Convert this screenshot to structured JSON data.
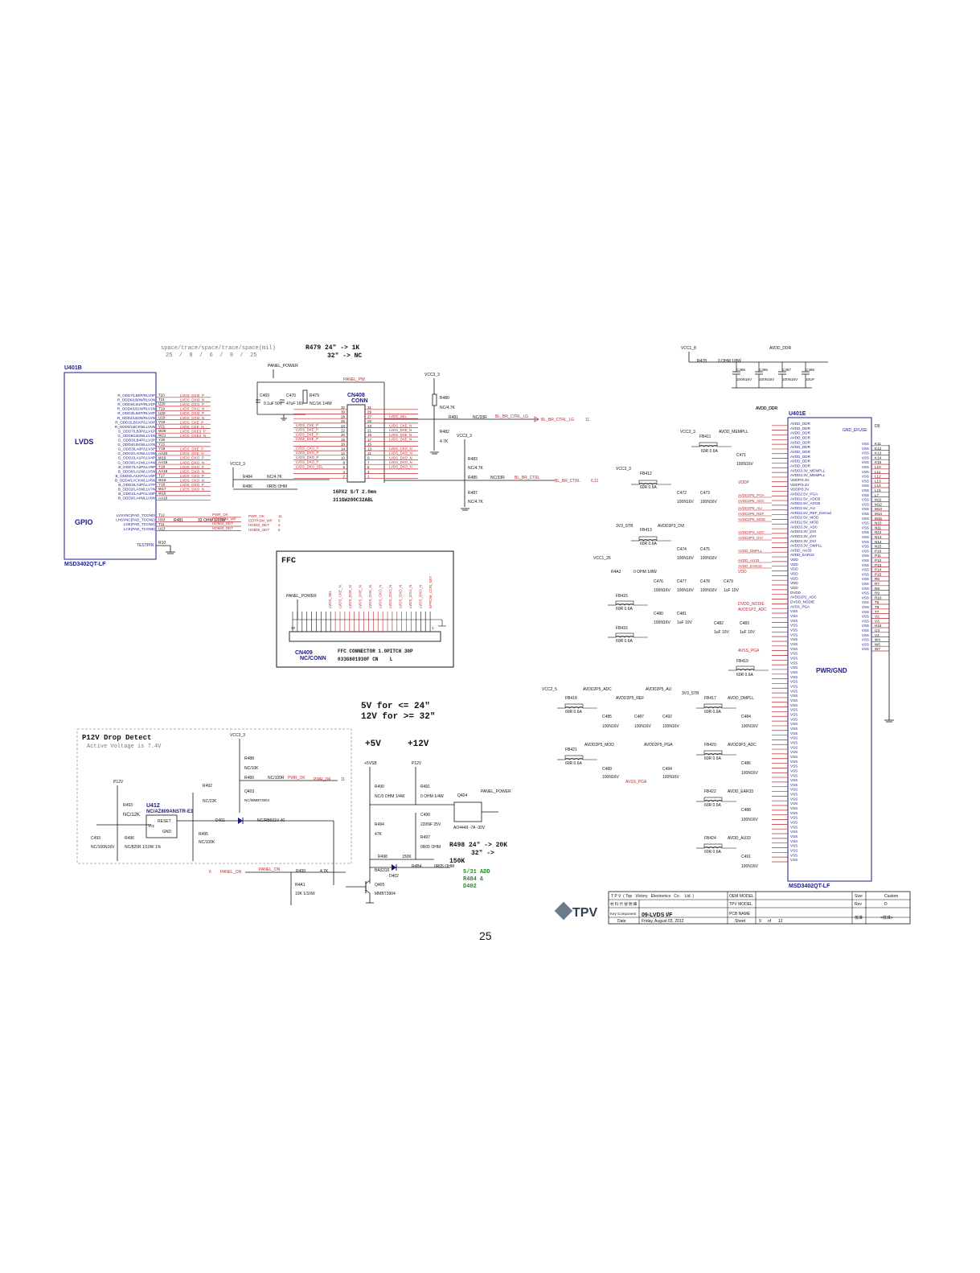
{
  "notes": {
    "spacing_header": "space/trace/space/trace/space(mil)",
    "spacing_values": "25  /  8  /  6  /  8  /  25",
    "r479_line1": "R479  24\" -> 1K",
    "r479_line2": "32\" -> NC",
    "v5_line": "5V for <= 24\"",
    "v12_line": "12V for >= 32\"",
    "plus5v": "+5V",
    "plus12v": "+12V",
    "r498_line1": "R498  24\" -> 20K",
    "r498_line2": "32\" ->",
    "r498_line3": "150K",
    "add_line1": "5/31 ADD",
    "add_line2": "R484 &",
    "add_line3": "D402",
    "page_number": "25"
  },
  "u401b": {
    "ref": "U401B",
    "part": "MSD3402QT-LF",
    "lvds_label": "LVDS",
    "gpio_label": "GPIO",
    "lvds_pins": [
      "R_ODD7/LB0P/RLV0P",
      "R_ODD6/LB0N/RLV0N",
      "R_ODD5/LB1P/RLV1P",
      "R_ODD4/LB1N/RLV1N",
      "R_ODD3/LB2P/RLV2P",
      "R_ODD2/LB2N/RLV2N",
      "R_ODD1/LBCKP/LLV0P",
      "R_ODD0/LBCKN/LLV0N",
      "G_ODD7/LB3P/LLV1P",
      "G_ODD6/LB3N/LLV1N",
      "G_ODD5/LB4P/LLV2P",
      "G_ODD4/LB4N/LLV2N",
      "G_ODD3/LA0P/LLV3P",
      "G_ODD2/LA0N/LLV3N",
      "G_ODD1/LA1P/LLV4P",
      "G_ODD0/LA1N/LLV4N",
      "B_ODD7/LA2P/LLV5P",
      "B_ODD6/LA2N/LLV5N",
      "B_ODD5/LACKP/LLV6P",
      "B_ODD4/LACKN/LLV6N",
      "B_ODD3/LA3P/LLV7P",
      "B_ODD2/LA3N/LLV7N",
      "B_ODD1/LA4P/LLV8P",
      "B_ODD0/LA4N/LLV8N"
    ],
    "lvds_balls": [
      "T20",
      "T21",
      "U20",
      "T19",
      "U20",
      "U19",
      "V19",
      "V21",
      "W20",
      "W21",
      "Y20",
      "Y21",
      "Y19",
      "AA20",
      "W19",
      "AA19",
      "Y18",
      "AA18",
      "T17",
      "W18",
      "Y16",
      "W17",
      "W16",
      "AA16"
    ],
    "lvds_nets": [
      "LVDS_DXI0_P",
      "LVDS_DXI0_N",
      "LVDS_DXI1_P",
      "LVDS_DXI1_N",
      "LVDS_DXI2_P",
      "LVDS_DXI2_N",
      "LVDS_CKE_P",
      "LVDS_CKE_N",
      "LVDS_DXE3_P",
      "LVDS_DXE3_N",
      "",
      "",
      "LVDS_DXE_P",
      "LVDS_DXE_N",
      "LVDS_DXO_P",
      "LVDS_DXO_N",
      "LVDS_DXO_P",
      "LVDS_DXO_N",
      "LVDS_CKO_P",
      "LVDS_CKO_N",
      "LVDS_DXO_P",
      "LVDS_DXO_N",
      "",
      ""
    ],
    "gpio_pins": [
      "LVSYNC(PAD_TCON0)",
      "LHSYNC(PAD_TCON2)",
      "LDE(PAD_TCON4)",
      "LCK(PAD_TCON6)"
    ],
    "gpio_balls": [
      "T12",
      "U12",
      "T11",
      "U13"
    ],
    "gpio_nets": [
      "PWR_OK",
      "EEPROM_WP",
      "HDMI2_DET",
      "HDMI0_DET"
    ],
    "gpio_sheets": [
      "11",
      "6",
      "5",
      "5"
    ],
    "testpin": "TESTPIN",
    "testpin_ball": "R10",
    "r481_label": "R481",
    "r481_value": "33 OHM 1/16W"
  },
  "cn408": {
    "ref": "CN408",
    "sub": "CONN",
    "desc": "16PX2 S/T 2.0mm",
    "part": "311GW200C32ABL",
    "panel_power": "PANEL_POWER",
    "panel_pw": "PANEL_PW",
    "c469": "C469",
    "c469_val": "0.1uF 50V",
    "c470": "C470",
    "c470_val": "47uF 16V",
    "r479": "R479",
    "r479_val": "NC/1K 1/4W",
    "left_nets": [
      "LVDS_CKE_P",
      "LVDS_DXE_P",
      "LVDS_DXE_P",
      "LVDS_DXE_P",
      "",
      "LVDS_CKO_P",
      "LVDS_DXO_P",
      "LVDS_DXO_P",
      "LVDS_DXO_P",
      "LVDS_DXO_SEL"
    ],
    "right_nets": [
      "LVDS_SEL",
      "",
      "LVDS_CKE_N",
      "LVDS_DXE_N",
      "LVDS_DXE_N",
      "LVDS_DXE_N",
      "",
      "LVDS_CKO_N",
      "LVDS_DXO_N",
      "LVDS_DXO_N",
      "LVDS_DXO_N",
      "LVDS_DXO_N"
    ],
    "left_pins": [
      "32",
      "30",
      "28",
      "26",
      "24",
      "22",
      "20",
      "18",
      "16",
      "14",
      "12",
      "10",
      "8",
      "6",
      "4",
      "2"
    ],
    "right_pins": [
      "31",
      "29",
      "27",
      "25",
      "23",
      "21",
      "19",
      "17",
      "15",
      "13",
      "11",
      "9",
      "7",
      "5",
      "3",
      "1"
    ],
    "vcc33": "VCC3_3",
    "r484": "R484",
    "r484_val": "NC/4.7K",
    "r486": "R486",
    "r486_val": "0R05 OHM"
  },
  "blctrl": {
    "vcc33": "VCC3_3",
    "r480": "R480",
    "r480_val": "NC/4.7K",
    "r481": "R481",
    "r481_val": "NC/33R",
    "r482": "R482",
    "r482_val": "4.7K",
    "net_lg": "BL_BR_CTRL_LG",
    "net_lg_sheet": "11",
    "vcc33b": "VCC3_3",
    "r483": "R483",
    "r483_val": "NC/4.7K",
    "r485": "R485",
    "r485_val": "NC/33R",
    "r487": "R487",
    "r487_val": "NC/4.7K",
    "net_bl": "BL_BR_CTRL",
    "net_bl_sheet": "6,11"
  },
  "ffc": {
    "title": "FFC",
    "panel_power": "PANEL_POWER",
    "ref": "CN409",
    "sub": "NC/CONN",
    "desc": "FFC CONNECTOR 1.0PITCH 30P",
    "part": "033G801930F CN    L",
    "nets": [
      "LVDS_SEL",
      "LVDS_CKE_N",
      "LVDS_DXE_N",
      "LVDS_DXE_N",
      "LVDS_DXE_N",
      "LVDS_CKO_N",
      "LVDS_DXO_N",
      "LVDS_DXO_N",
      "LVDS_DXO_N",
      "LVDS_DXO_N",
      "EPROM_CON_SET"
    ],
    "pin_first": "30",
    "pin_last": "1"
  },
  "p12v": {
    "title": "P12V Drop Detect",
    "subtitle": "Active Voltage is 7.4V",
    "vcc33": "VCC3_3",
    "p12v": "P12V",
    "r493": "R493",
    "r493_val": "NC/12K",
    "r496": "R496",
    "r496_val": "NC/820R 1/10W 1%",
    "c493": "C493",
    "c493_val": "NC/100N16V",
    "u412": "U412",
    "u412_part": "NC/AZ809ANSTR-E1",
    "u412_vcc": "Vcc",
    "u412_reset": "RESET",
    "u412_gnd": "GND",
    "r492": "R492",
    "r492_val": "NC/22K",
    "r488": "R488",
    "r488_val": "NC/10K",
    "r489": "R489",
    "r489_val": "NC/100R",
    "pwr_ok": "PWR_OK",
    "pwr_ok_sheet": "11",
    "q403": "Q403",
    "q403_part": "NC/MMBT3904",
    "d401": "D401",
    "d401_val": "NC/RB501V-40",
    "r495": "R495",
    "r495_val": "NC/100K",
    "panel_on": "PANEL_ON",
    "panel_on_sheet": "6",
    "r499": "R499",
    "r499_val": "4.7K",
    "r4a1": "R4A1",
    "r4a1_val": "10K 1/10W"
  },
  "psu": {
    "v5sb": "+5VSB",
    "p12v": "P12V",
    "r490": "R490",
    "r490_val": "NC/0 OHM 1/4W",
    "r491": "R491",
    "r491_val": "0 OHM 1/4W",
    "q404": "Q404",
    "q404_part": "AO4449 -7A -30V",
    "panel_power": "PANEL_POWER",
    "r494": "R494",
    "r494_val": "47K",
    "c490": "C490",
    "c490_val": "220NF 25V",
    "r497": "R497",
    "r497_val": "0R05 OHM",
    "r498": "R498",
    "r498_val": "150K",
    "bas316": "BAS316",
    "d402": "D402",
    "r4b4": "R4B4",
    "r4b4_val": "0R05 OHM",
    "q405": "Q405",
    "q405_part": "MMBT3904"
  },
  "u401e": {
    "ref": "U401E",
    "part": "MSD3402QT-LF",
    "center": "PWR/GND",
    "vcc18": "VCC1_8",
    "r478": "R478",
    "r478_val": "0 OHM 1/8W",
    "avdd_ddr": "AVDD_DDR",
    "caps_top": [
      "C465",
      "C466",
      "C467",
      "C468"
    ],
    "caps_top_val": [
      "100N16V",
      "100N16V",
      "100N16V",
      "10UF"
    ],
    "left_pins": [
      "AVDD_DDR",
      "AVDD_DDR",
      "AVDD_DDR",
      "AVDD_DDR",
      "AVDD_DDR",
      "AVDD_DDR",
      "AVDD_DDR",
      "AVDD_DDR",
      "AVDD_DDR",
      "AVDD_DDR",
      "AVDD3.3V_MEMPLL",
      "AVDD3.3V_MEMPLL",
      "VDDP/3.3V",
      "VDDP/3.3V",
      "VDDP/3.3V",
      "AVDD2.5V_PGA",
      "AVDD2.5V_ADCB",
      "AVDD2.5V_ADCB",
      "AVDD2.5V_AU",
      "AVDD2.5V_REF_Demod",
      "AVDD2.5V_MOD",
      "AVDD2.5V_MOD",
      "AVDD3.3V_ADC",
      "AVDD3.3V_DVI",
      "AVDD3.3V_DVI",
      "AVDD3.3V_DVI",
      "AVDD3.3V_DMPLL",
      "AVDD_AU33",
      "AVDD_EAR33",
      "VDD",
      "VDD",
      "VDD",
      "VDD",
      "VDD",
      "VDD",
      "VDD",
      "DVDD",
      "AVDD1P2_ADC",
      "DVDD_NODIE",
      "AVSS_PGA",
      "VSS",
      "VSS",
      "VSS",
      "VSS",
      "VSS",
      "VSS",
      "VSS",
      "VSS",
      "VSS",
      "VSS",
      "VSS",
      "VSS",
      "VSS",
      "VSS",
      "VSS",
      "VSS",
      "VSS",
      "VSS",
      "VSS",
      "VSS",
      "VSS",
      "VSS",
      "VSS",
      "VSS",
      "VSS",
      "VSS",
      "VSS",
      "VSS",
      "VSS",
      "VSS",
      "VSS",
      "VSS",
      "VSS",
      "VSS",
      "VSS",
      "VSS",
      "VSS",
      "VSS",
      "VSS",
      "VSS",
      "VSS",
      "VSS",
      "VSS",
      "VSS",
      "VSS",
      "VSS",
      "VSS",
      "VSS",
      "VSS",
      "VSS",
      "VSS",
      "VSS",
      "VSS",
      "VSS"
    ],
    "right_top": "GND_EFUSE",
    "right_top_ball": "D9",
    "right_balls": [
      "K11",
      "K12",
      "K13",
      "K14",
      "K15",
      "L10",
      "L11",
      "L12",
      "L13",
      "L14",
      "L15",
      "L7",
      "M11",
      "M12",
      "M13",
      "M14",
      "M15",
      "N10",
      "N11",
      "N12",
      "N13",
      "N14",
      "N15",
      "P10",
      "P11",
      "P12",
      "P13",
      "P14",
      "P15",
      "R6",
      "R7",
      "R8",
      "R9",
      "R10",
      "T5",
      "T6",
      "T7",
      "V2",
      "V3",
      "H16",
      "U3",
      "V4",
      "W4",
      "W5",
      "W7"
    ],
    "right_vss": "VSS"
  },
  "filters": {
    "vcc33": "VCC3_3",
    "fb411": "FB411",
    "fb411_val": "60R 0.6A",
    "avdd_mempll": "AVDD_MEMPLL",
    "c471": "C471",
    "c471_val": "100N16V",
    "avdd_ddr2": "AVDD_DDR",
    "vcc33b": "VCC3_3",
    "fb412": "FB412",
    "fb412_val": "60R 0.6A",
    "vddp": "VDDP",
    "c472": "C472",
    "c472_val": "100N16V",
    "c473": "C473",
    "c473_val": "100N16V",
    "v33stb": "3V3_STB",
    "avdd2p3_dvi": "AVDD3P3_DVI",
    "fb413": "FB413",
    "fb413_val": "60R 0.6A",
    "c474": "C474",
    "c474_val": "100N16V",
    "c475": "C475",
    "c475_val": "100N16V",
    "vcc126": "VCC1_26",
    "r4a2": "R4A2",
    "r4a2_val": "0 OHM 1/8W",
    "vdd": "VDD",
    "c476": "C476",
    "c477": "C477",
    "c478": "C478",
    "c479": "C479",
    "c476_val": "100N16V",
    "c477_val": "100N16V",
    "c478_val": "100N16V",
    "c479_val": "1uF 10V",
    "fb415": "FB415",
    "fb415_val": "60R 0.6A",
    "fb416": "FB416",
    "fb416_val": "60R 0.6A",
    "c480": "C480",
    "c480_val": "100N16V",
    "c481": "C481",
    "c481_val": "1uF 10V",
    "c482": "C482",
    "c482_val": "1uF 10V",
    "c483": "C483",
    "c483_val": "1uF 10V",
    "avss_pga": "AVSS_PGA",
    "fb419": "FB419",
    "fb419_val": "60R 0.6A",
    "dvdd_nodie": "DVDD_NODIE",
    "avdd1p2_adc": "AVDD1P2_ADC",
    "net_labels_left": [
      "AVDD2P5_PGA",
      "AVDD2P5_ADC",
      "AVDD2P5_AU",
      "AVDD2P5_REF",
      "AVDD2P5_MOD",
      "AVDD3P3_ADC",
      "AVDD3P3_DVI",
      "AVDD_DMPLL",
      "AVDD_AU33",
      "AVDD_EAR33"
    ],
    "vcc25": "VCC2_5",
    "fb418": "FB418",
    "fb418_val": "60R 0.6A",
    "avdd2p5_adc": "AVDD2P5_ADC",
    "c485": "C485",
    "c485_val": "100N16V",
    "avdd2p5_ref": "AVDD2P5_REF",
    "c487": "C487",
    "c487_val": "100N16V",
    "avdd2p5_au": "AVDD2P5_AU",
    "c492": "C492",
    "c492_val": "100N16V",
    "fb421": "FB421",
    "fb421_val": "60R 0.6A",
    "avdd2p5_mod": "AVDD2P5_MOD",
    "c489": "C489",
    "c489_val": "100N16V",
    "avdd2p5_pga": "AVDD2P5_PGA",
    "c494": "C494",
    "c494_val": "100N16V",
    "avss_pga2": "AVSS_PGA",
    "v33stb2": "3V3_STB",
    "fb417": "FB417",
    "fb417_val": "60R 0.6A",
    "avdd_dmpll": "AVDD_DMPLL",
    "c484": "C484",
    "c484_val": "100N16V",
    "fb420": "FB420",
    "fb420_val": "60R 0.6A",
    "avdd3p3_adc": "AVDD3P3_ADC",
    "c486": "C486",
    "c486_val": "100N16V",
    "fb422": "FB422",
    "fb422_val": "60R 0.6A",
    "avdd_ear33": "AVDD_EAR33",
    "c488": "C488",
    "c488_val": "100N16V",
    "fb424": "FB424",
    "fb424_val": "60R 0.6A",
    "avdd_au33": "AVDD_AU33",
    "c491": "C491",
    "c491_val": "100N16V"
  },
  "titleblock": {
    "company": "T P V  ( Top   Victory   Electronics   Co .   Ltd. )",
    "logo": "TPV",
    "row_label_1": "材 料 代 號 明 細",
    "row_label_2": "Key Component",
    "row_label_3": "Date",
    "oem_model": "OEM MODEL",
    "tpv_model": "TPV MODEL",
    "pcb_name": "PCB NAME",
    "sheet": "Sheet",
    "title": "09-LVDS I/F",
    "date": "Friday, August 03, 2012",
    "sheet_num": "9",
    "of": "of",
    "sheet_total": "12",
    "size_label": "Size",
    "size_val": "Custom",
    "rev_label": "Rev",
    "rev_val": "D",
    "approve": "核准",
    "approve_val": "<核准>"
  }
}
